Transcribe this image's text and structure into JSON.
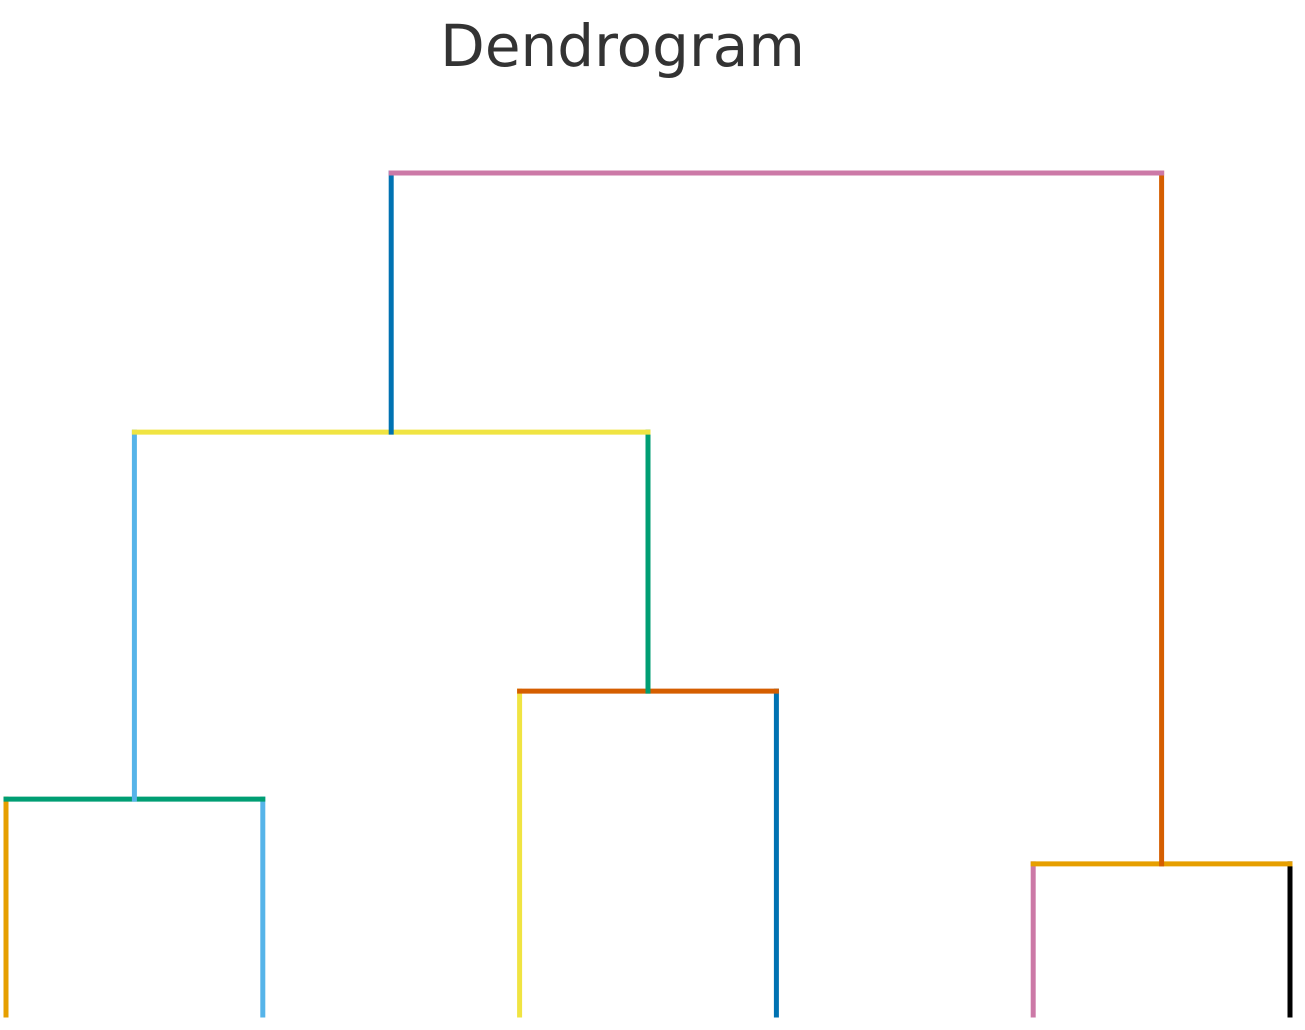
{
  "chart_data": {
    "type": "dendrogram",
    "title": "Dendrogram",
    "leaves": 6,
    "merges": [
      {
        "id": "m1",
        "left": "leaf-1",
        "right": "leaf-2",
        "height": 1.0,
        "color": "#009E73",
        "left_color": "#E69F00",
        "right_color": "#56B4E9"
      },
      {
        "id": "m2",
        "left": "leaf-3",
        "right": "leaf-4",
        "height": 1.5,
        "color": "#D55E00",
        "left_color": "#F0E442",
        "right_color": "#0072B2"
      },
      {
        "id": "m3",
        "left": "leaf-5",
        "right": "leaf-6",
        "height": 0.7,
        "color": "#E69F00",
        "left_color": "#CC79A7",
        "right_color": "#000000"
      },
      {
        "id": "m4",
        "left": "m1",
        "right": "m2",
        "height": 2.7,
        "color": "#F0E442",
        "left_color": "#56B4E9",
        "right_color": "#009E73"
      },
      {
        "id": "m5",
        "left": "m4",
        "right": "m3",
        "height": 3.9,
        "color": "#CC79A7",
        "left_color": "#0072B2",
        "right_color": "#D55E00"
      }
    ],
    "ylim": [
      0,
      3.9
    ]
  }
}
